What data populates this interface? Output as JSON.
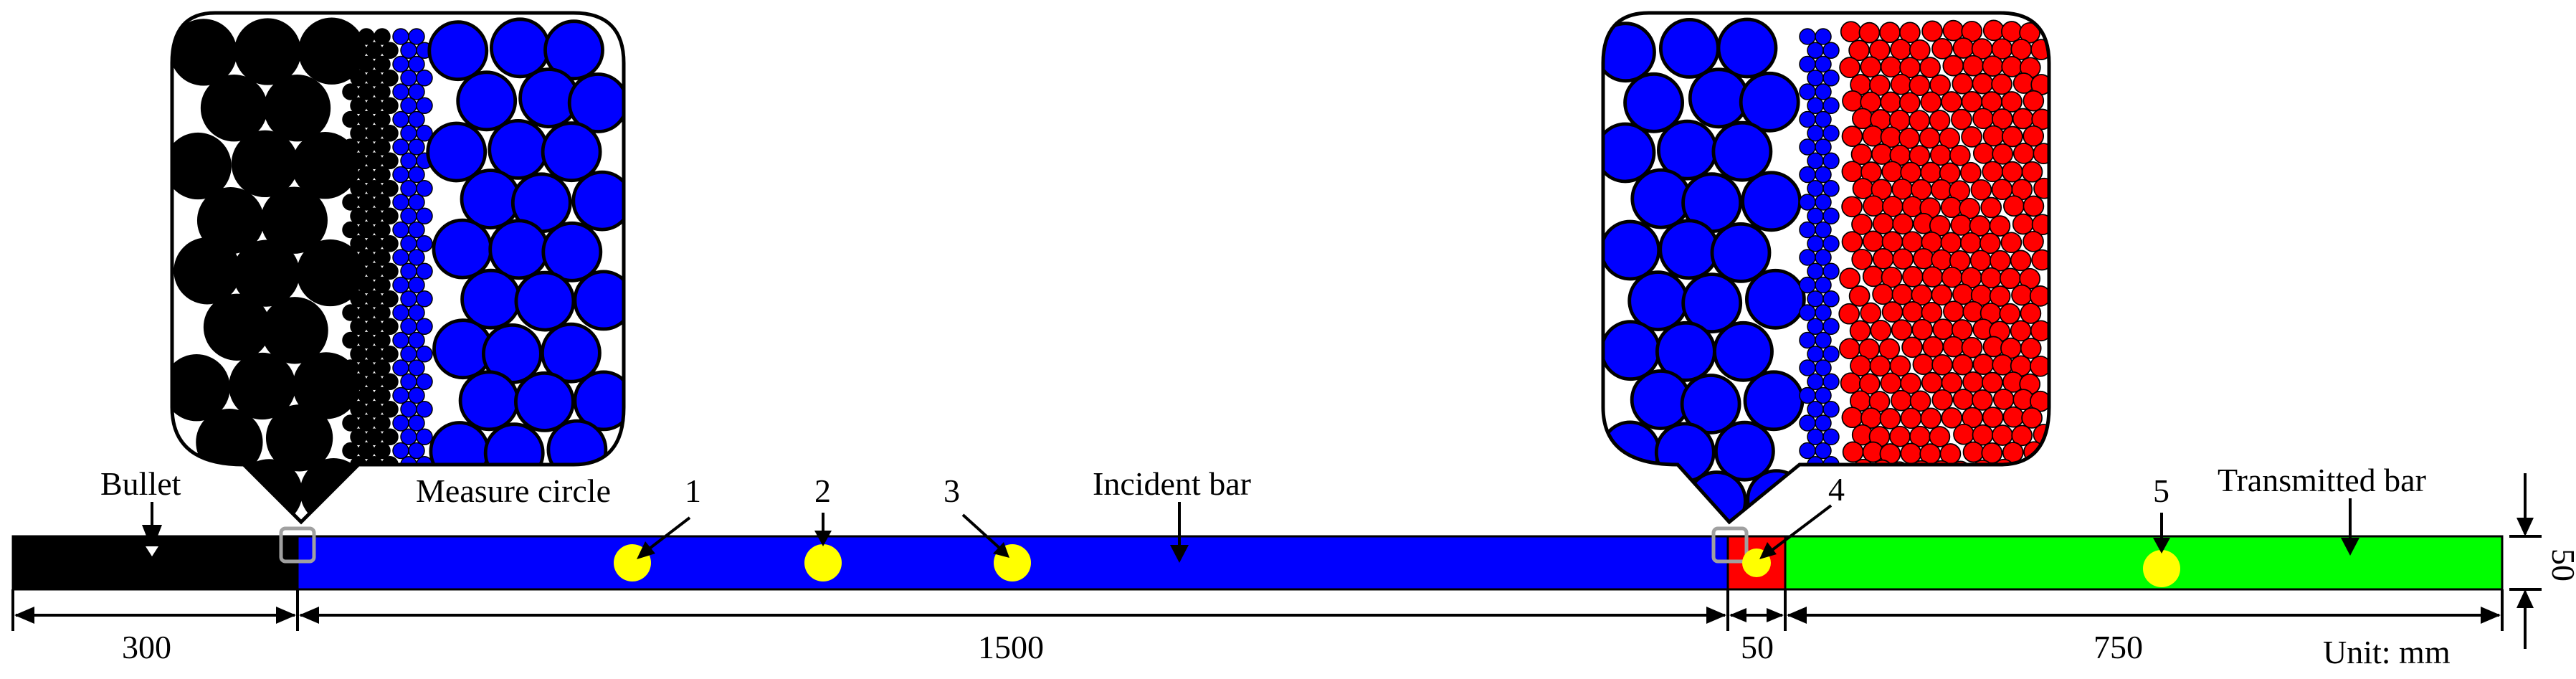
{
  "labels": {
    "bullet": "Bullet",
    "measure_circle": "Measure circle",
    "incident_bar": "Incident bar",
    "transmitted_bar": "Transmitted bar",
    "unit": "Unit: mm"
  },
  "gauges": [
    "1",
    "2",
    "3",
    "4",
    "5"
  ],
  "dimensions": {
    "bullet_length": "300",
    "incident_length": "1500",
    "specimen_length": "50",
    "transmitted_length": "750",
    "bar_height": "50"
  },
  "colors": {
    "bullet": "#000000",
    "incident_bar": "#0000ff",
    "specimen": "#ff0000",
    "transmitted_bar": "#00ff00",
    "measure_circle": "#ffff00",
    "zoom_marker": "#a0a0a0"
  }
}
